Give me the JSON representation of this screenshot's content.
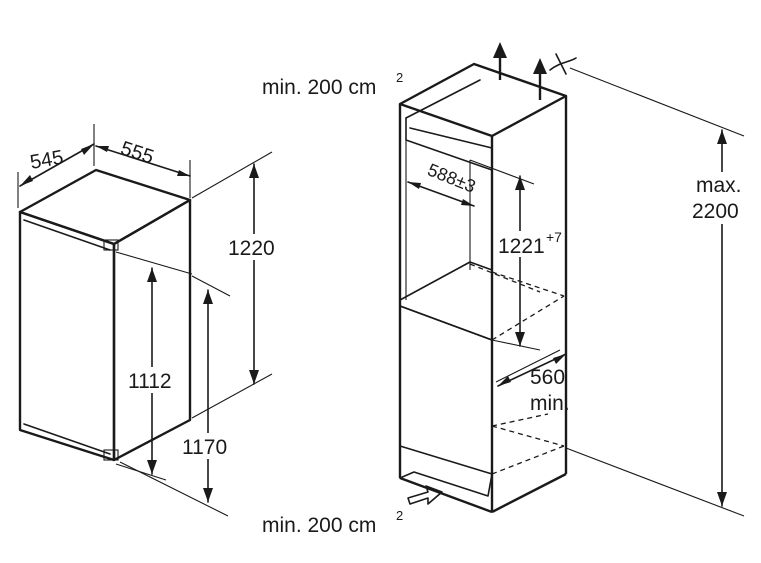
{
  "left_unit": {
    "depth": "545",
    "width": "555",
    "height": "1220",
    "inner_height": "1112",
    "total_height": "1170"
  },
  "right_unit": {
    "vent_top": {
      "text": "min. 200 cm",
      "sup": "2"
    },
    "vent_bottom": {
      "text": "min. 200 cm",
      "sup": "2"
    },
    "niche_width": "588±3",
    "niche_height": {
      "value": "1221",
      "sup": "+7"
    },
    "min_depth": {
      "line1": "560",
      "line2": "min."
    },
    "max_height": {
      "line1": "max.",
      "line2": "2200"
    }
  },
  "colors": {
    "line": "#1a1a1a",
    "background": "#ffffff"
  }
}
